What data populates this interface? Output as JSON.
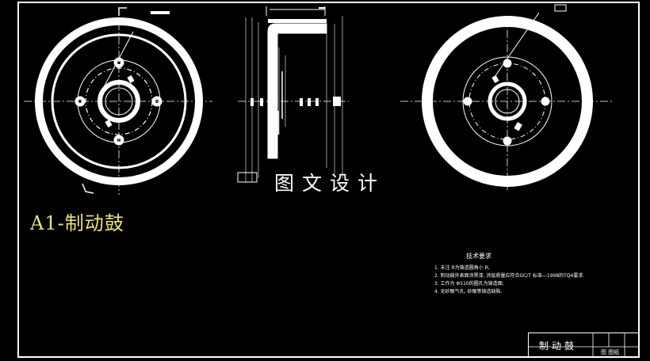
{
  "drawing": {
    "part_label": "A1-制动鼓",
    "watermark": "图文设计"
  },
  "tech_requirements": {
    "title": "技术要求",
    "items": [
      "1. 未注 R为铸造圆角小 R;",
      "2. 制动鼓外表面涂黑漆, 涂层质量应符合GC/T 标准—1998的TQ4要求.",
      "3. 工作为 Φ510的圆孔为铸造面;",
      "4. 无砂眼气孔, 砂眼等铸造缺陷."
    ]
  },
  "title_block": {
    "name": "制动鼓",
    "code": "图 图纸"
  },
  "colors": {
    "background": "#000000",
    "lines": "#ffffff",
    "label": "#e8e27a"
  }
}
